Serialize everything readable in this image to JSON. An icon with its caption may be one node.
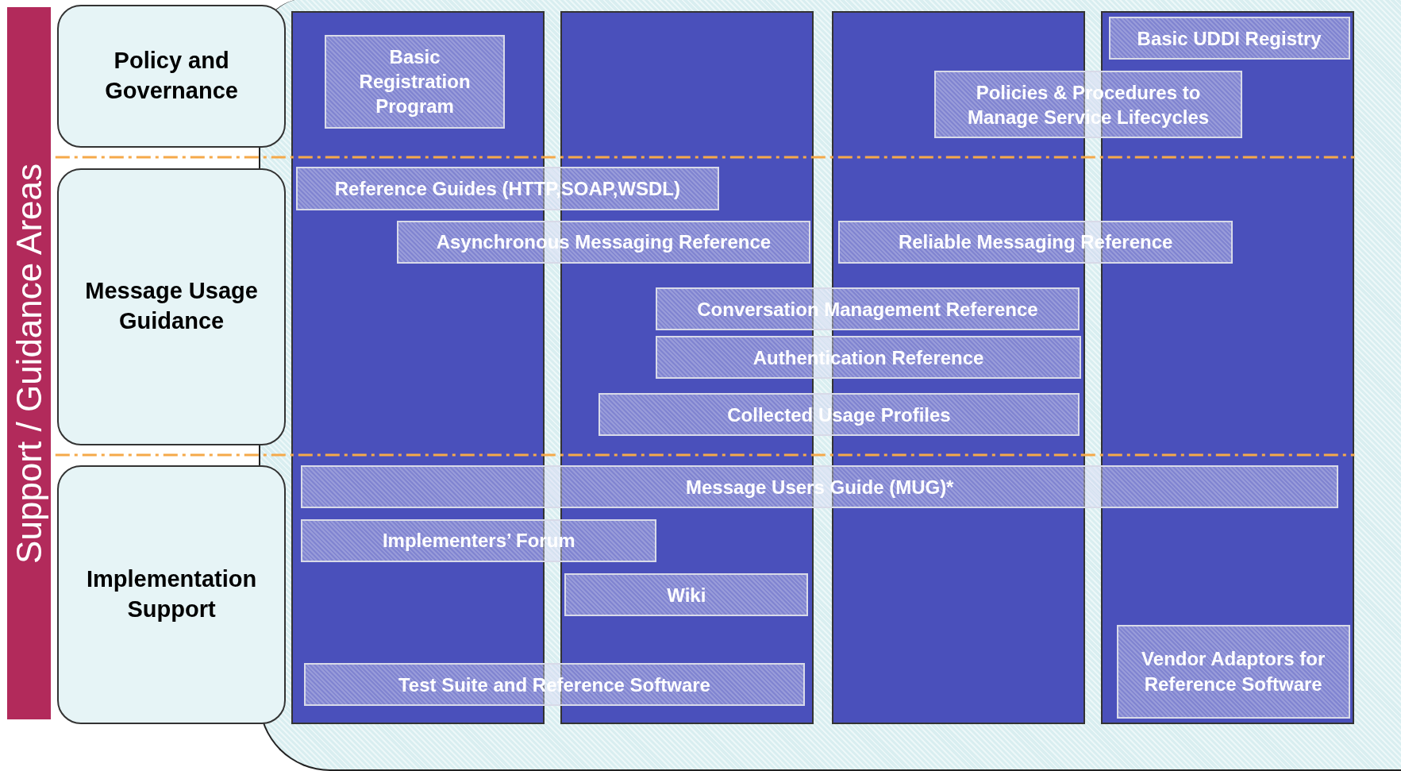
{
  "diagram": {
    "nodes": [
      {
        "text": [
          "Support / Guidance Areas"
        ]
      },
      {
        "text": [
          "Policy and Governance"
        ]
      },
      {
        "text": [
          "Message Usage Guidance"
        ]
      },
      {
        "text": [
          "Implementation Support"
        ]
      },
      {
        "text": [],
        "shape": "bar"
      },
      {
        "text": [],
        "shape": "bar"
      },
      {
        "text": [],
        "shape": "bar"
      },
      {
        "text": [],
        "shape": "bar"
      },
      {
        "text": [
          "Basic Registration Program"
        ],
        "in": 4
      },
      {
        "text": [
          "Basic UDDI Registry"
        ],
        "in": 7
      },
      {
        "text": [
          "Policies & Procedures to Manage Service Lifecycles"
        ]
      },
      {
        "text": [
          "Reference Guides (HTTP,SOAP,WSDL)"
        ]
      },
      {
        "text": [
          "Asynchronous Messaging Reference"
        ]
      },
      {
        "text": [
          "Reliable Messaging Reference"
        ]
      },
      {
        "text": [
          "Conversation Management Reference"
        ]
      },
      {
        "text": [
          "Authentication Reference"
        ]
      },
      {
        "text": [
          "Collected Usage Profiles"
        ]
      },
      {
        "text": [
          "Message Users Guide (MUG)*"
        ]
      },
      {
        "text": [
          "Implementers’ Forum"
        ]
      },
      {
        "text": [
          "Wiki"
        ],
        "in": 5
      },
      {
        "text": [
          "Test Suite and Reference Software"
        ]
      },
      {
        "text": [
          "Vendor Adaptors for Reference Software"
        ],
        "in": 7
      }
    ],
    "edges": []
  }
}
